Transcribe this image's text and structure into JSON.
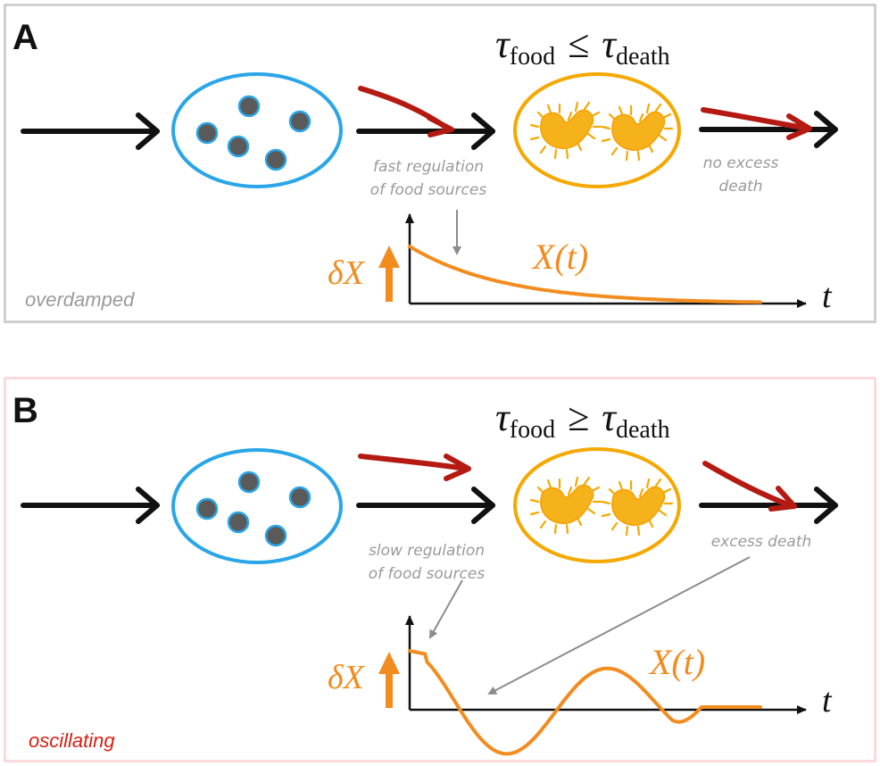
{
  "panels": {
    "a": {
      "letter": "A",
      "tau_food": "τ",
      "tau_food_sub": "food",
      "relation": "≤",
      "tau_death": "τ",
      "tau_death_sub": "death",
      "caption_food": [
        "fast regulation",
        "of food sources"
      ],
      "caption_death": [
        "no excess",
        "death"
      ],
      "regime": "overdamped",
      "delta_label": "δX",
      "curve_label": "X(t)",
      "time_label": "t"
    },
    "b": {
      "letter": "B",
      "tau_food": "τ",
      "tau_food_sub": "food",
      "relation": "≥",
      "tau_death": "τ",
      "tau_death_sub": "death",
      "caption_food": [
        "slow regulation",
        "of food sources"
      ],
      "caption_death": [
        "excess death"
      ],
      "regime": "oscillating",
      "delta_label": "δX",
      "curve_label": "X(t)",
      "time_label": "t"
    }
  },
  "colors": {
    "food_cell": "#2aa6e8",
    "food_particle": "#5a5a5a",
    "bacteria": "#f5a800",
    "bacteria_fill": "#f6b21a",
    "regulation_arrow": "#b51a12",
    "curve": "#f28c1f",
    "regime_a": "#9a9a9a",
    "regime_b": "#d81e12"
  }
}
